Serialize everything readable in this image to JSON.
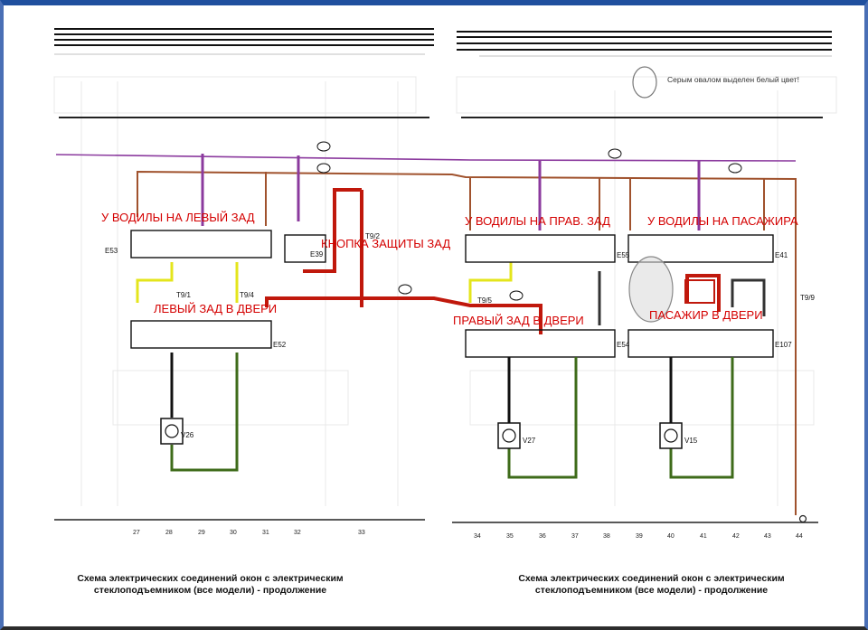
{
  "note": "Серым овалом выделен белый цвет!",
  "labels": {
    "l1": "У ВОДИЛЫ НА ЛЕВЫЙ ЗАД",
    "l2": "КНОПКА ЗАЩИТЫ ЗАД",
    "l3": "ЛЕВЫЙ ЗАД В ДВЕРИ",
    "r1": "У ВОДИЛЫ НА ПРАВ. ЗАД",
    "r2": "У ВОДИЛЫ НА ПАСАЖИРА",
    "r3": "ПРАВЫЙ ЗАД В ДВЕРИ",
    "r4": "ПАСАЖИР В ДВЕРИ"
  },
  "captions": {
    "left": [
      "Схема электрических соединений окон с электрическим",
      "стеклоподъемником (все модели) - продолжение"
    ],
    "right": [
      "Схема электрических соединений окон с электрическим",
      "стеклоподъемником (все модели) - продолжение"
    ]
  },
  "components": {
    "e53": "E53",
    "e39": "E39",
    "e52": "E52",
    "v26": "V26",
    "e55": "E55",
    "e41": "E41",
    "e54": "E54",
    "e107": "E107",
    "v27": "V27",
    "v15": "V15",
    "t9_1": "T9/1",
    "t9_4": "T9/4",
    "t9_2": "T9/2",
    "t9_5": "T9/5",
    "t9_9": "T9/9"
  },
  "bottom_numbers_left": [
    "27",
    "28",
    "29",
    "30",
    "31",
    "32",
    "33"
  ],
  "bottom_numbers_right": [
    "34",
    "35",
    "36",
    "37",
    "38",
    "39",
    "40",
    "41",
    "42",
    "43",
    "44"
  ],
  "wire_colors": {
    "brown": "#a0522d",
    "violet": "#8b3a9e",
    "red": "#c0180c",
    "yellow": "#e4e51c",
    "green": "#3e6b1a",
    "black": "#111111"
  }
}
